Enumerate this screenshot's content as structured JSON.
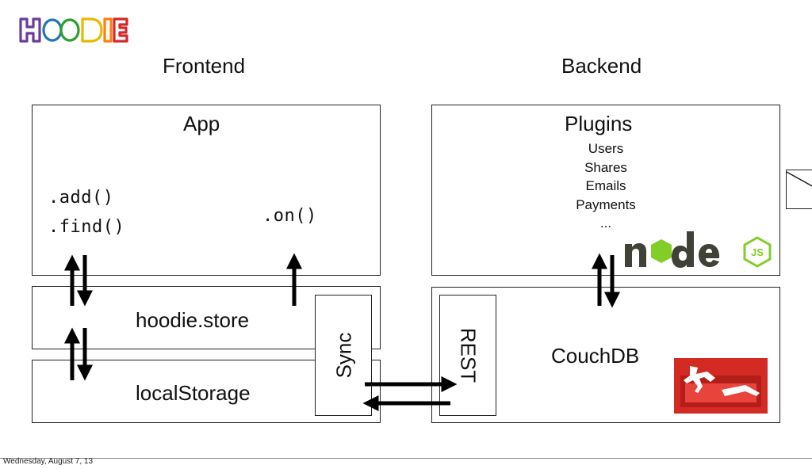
{
  "logo": {
    "text": "hoodie"
  },
  "frontend": {
    "title": "Frontend",
    "app_box": {
      "label": "App",
      "method_add": ".add()",
      "method_find": ".find()",
      "method_on": ".on()"
    },
    "store_label": "hoodie.store",
    "storage_label": "localStorage",
    "sync_label": "Sync"
  },
  "backend": {
    "title": "Backend",
    "plugins": {
      "label": "Plugins",
      "items": [
        "Users",
        "Shares",
        "Emails",
        "Payments",
        "..."
      ]
    },
    "rest_label": "REST",
    "couchdb_label": "CouchDB",
    "node_logo_text": "node",
    "js_badge": "JS"
  },
  "footer": {
    "date": "Wednesday, August 7, 13"
  },
  "colors": {
    "couch_red": "#d42a24",
    "node_green": "#83cd29",
    "node_dark": "#404137"
  }
}
